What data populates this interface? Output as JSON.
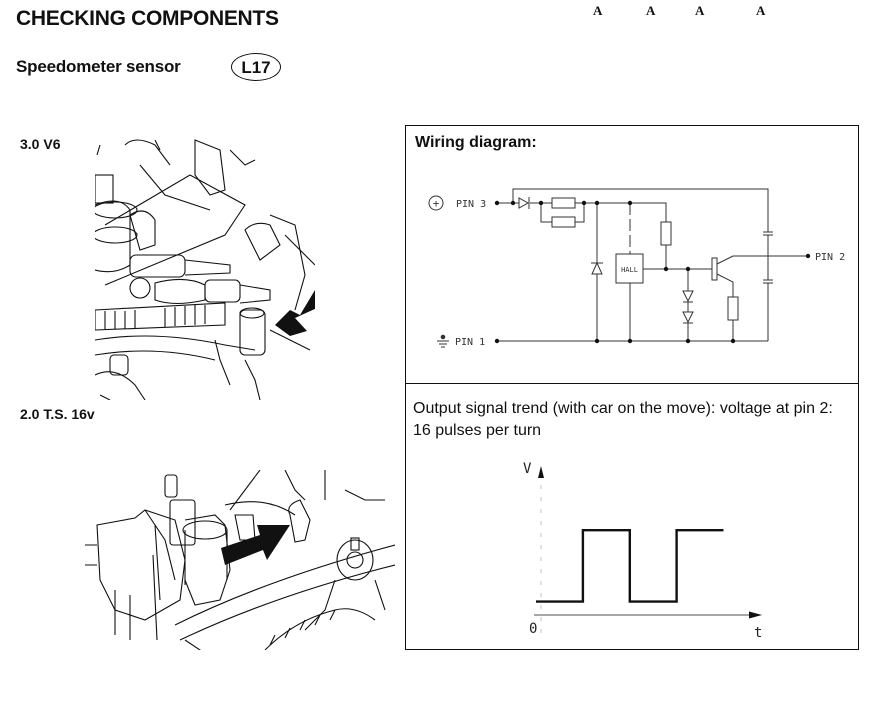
{
  "header": {
    "title": "CHECKING COMPONENTS",
    "subtitle": "Speedometer sensor",
    "component_code": "L17",
    "marks": [
      "A",
      "A",
      "A",
      "A"
    ]
  },
  "illustrations": [
    {
      "variant": "3.0 V6",
      "description": "engine-bay line drawing with arrow pointing to speedometer sensor"
    },
    {
      "variant": "2.0 T.S. 16v",
      "description": "engine-bay line drawing with arrow pointing to speedometer sensor"
    }
  ],
  "wiring": {
    "title": "Wiring diagram:",
    "pin3_label": "PIN 3",
    "pin2_label": "PIN 2",
    "pin1_label": "PIN 1",
    "hall_label": "HALL",
    "plus_symbol": "+"
  },
  "signal": {
    "description_line1": "Output signal trend (with car on the move): voltage at pin 2:",
    "description_line2": "16 pulses per turn"
  },
  "chart_data": {
    "type": "line",
    "title": "Output signal trend (with car on the move): voltage at pin 2",
    "xlabel": "t",
    "ylabel": "V",
    "x_origin_label": "0",
    "grid": false,
    "legend": "none",
    "series": [
      {
        "name": "voltage at pin 2",
        "shape": "square-wave",
        "points": [
          [
            0,
            0
          ],
          [
            1,
            0
          ],
          [
            1,
            1
          ],
          [
            2,
            1
          ],
          [
            2,
            0
          ],
          [
            3,
            0
          ],
          [
            3,
            1
          ],
          [
            4,
            1
          ]
        ]
      }
    ],
    "xlim": [
      0,
      4.8
    ],
    "ylim": [
      -0.3,
      1.9
    ]
  }
}
